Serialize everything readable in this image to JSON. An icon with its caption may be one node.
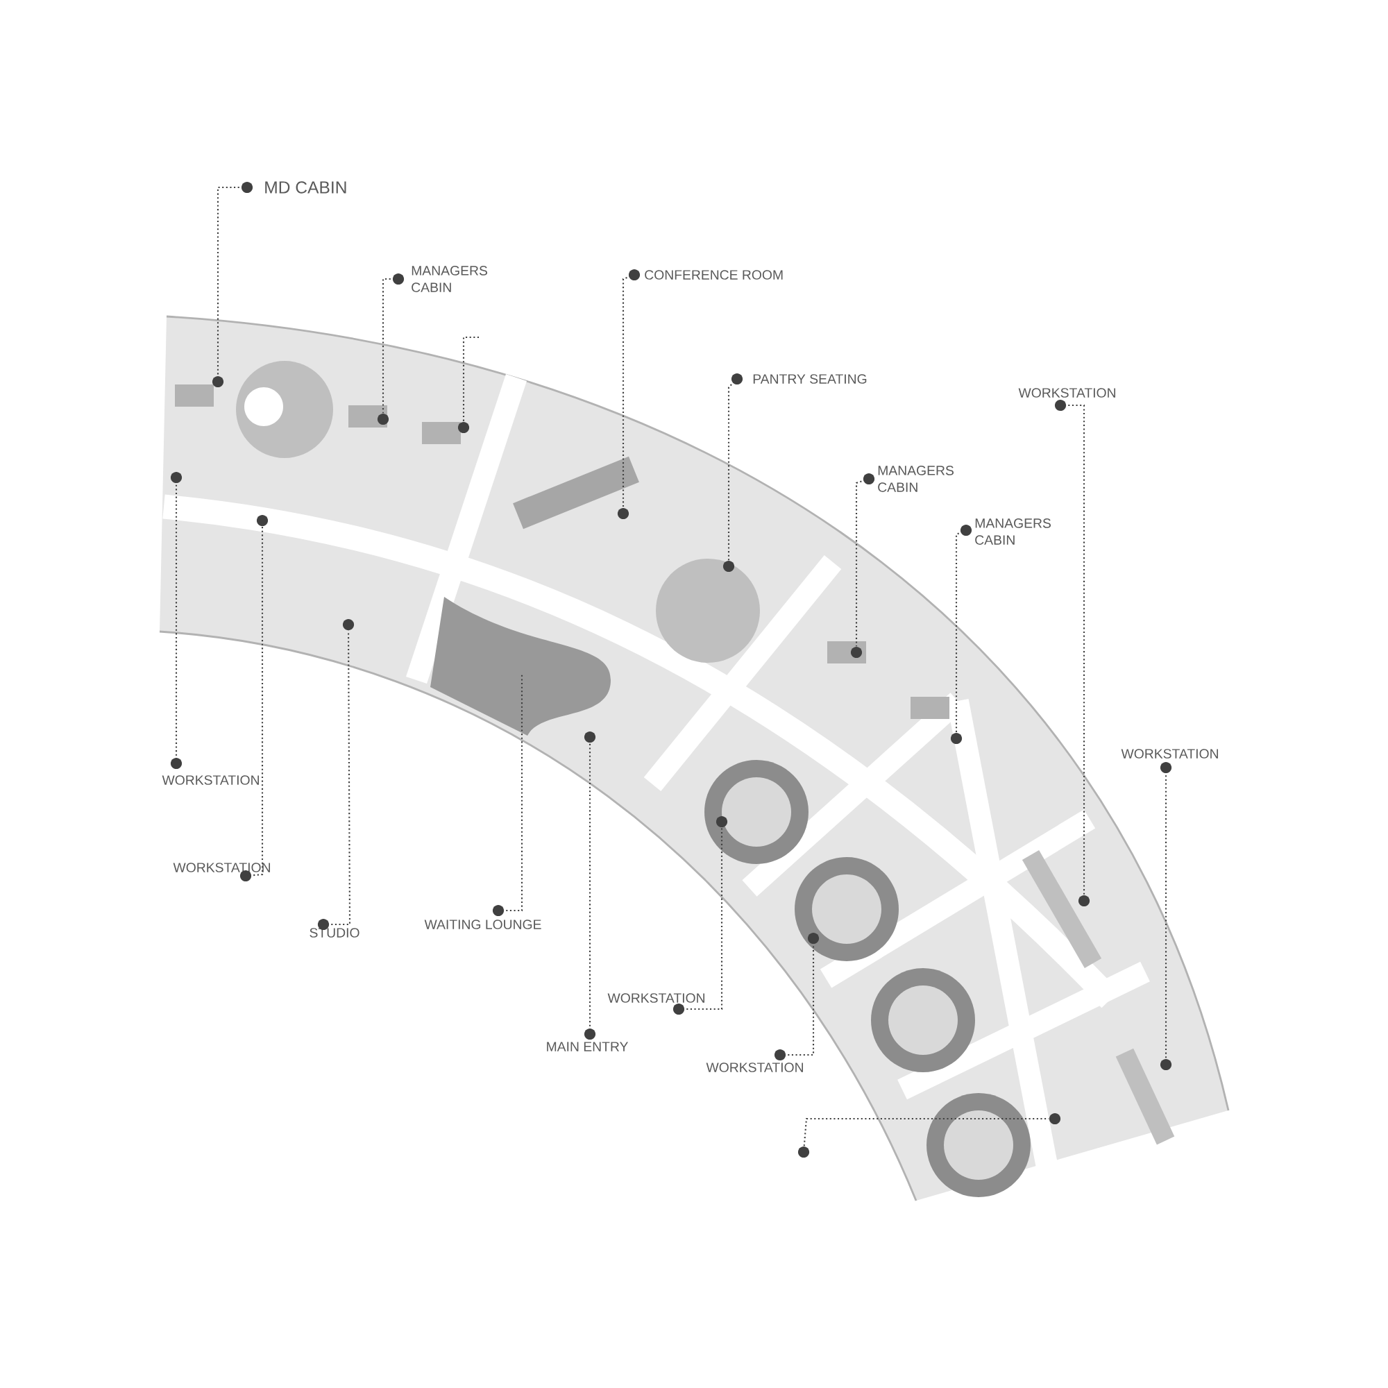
{
  "diagram": {
    "nodes": [
      {
        "text": [
          "MD CABIN"
        ]
      },
      {
        "text": [
          "CONFERENCE ROOM"
        ]
      },
      {
        "text": [
          "MANAGERS CABIN"
        ]
      },
      {
        "text": [
          "PANTRY SEATING"
        ]
      },
      {
        "text": [
          "WORKSTATION"
        ]
      },
      {
        "text": [
          "MANAGERS CABIN"
        ]
      },
      {
        "text": [
          "MANAGERS CABIN"
        ]
      },
      {
        "text": [
          "WORKSTATION"
        ]
      },
      {
        "text": [
          "WORKSTATION"
        ]
      },
      {
        "text": [
          "WORKSTATION"
        ]
      },
      {
        "text": [
          "WAITING LOUNGE"
        ]
      },
      {
        "text": [
          "STUDIO"
        ]
      },
      {
        "text": [
          "WORKSTATION"
        ]
      },
      {
        "text": [
          "MAIN ENTRY"
        ]
      },
      {
        "text": [
          "WORKSTATION"
        ]
      },
      {
        "text": [],
        "shape": "circle"
      },
      {
        "text": [],
        "shape": "circle"
      },
      {
        "text": [],
        "shape": "circle"
      },
      {
        "text": [],
        "shape": "circle"
      },
      {
        "text": [],
        "shape": "circle"
      },
      {
        "text": [],
        "shape": "circle"
      },
      {
        "text": [],
        "shape": "circle"
      },
      {
        "text": [],
        "shape": "circle"
      },
      {
        "text": [],
        "shape": "circle"
      },
      {
        "text": [],
        "shape": "circle"
      },
      {
        "text": [],
        "shape": "circle"
      },
      {
        "text": [],
        "shape": "circle"
      },
      {
        "text": [],
        "shape": "circle"
      },
      {
        "text": [],
        "shape": "circle"
      },
      {
        "text": [],
        "shape": "circle"
      },
      {
        "text": [],
        "shape": "circle"
      },
      {
        "text": [],
        "shape": "circle"
      }
    ],
    "edges": [
      {
        "from": 0,
        "to": 16,
        "arrow": "none"
      },
      {
        "from": 1,
        "to": 22,
        "arrow": "none"
      },
      {
        "from": 2,
        "to": 19,
        "arrow": "none"
      },
      {
        "from": 3,
        "to": 24,
        "arrow": "none"
      },
      {
        "from": 4,
        "to": 30,
        "arrow": "none"
      },
      {
        "from": 5,
        "to": 27,
        "arrow": "none"
      },
      {
        "from": 6,
        "to": 28,
        "arrow": "none"
      },
      {
        "from": 7,
        "to": 31,
        "arrow": "none"
      },
      {
        "from": 8,
        "to": 15,
        "arrow": "none"
      },
      {
        "from": 9,
        "to": 17,
        "arrow": "none"
      },
      {
        "from": 10,
        "to": null,
        "arrow": "none"
      },
      {
        "from": 11,
        "to": 18,
        "arrow": "none"
      },
      {
        "from": 12,
        "to": 23,
        "arrow": "none"
      },
      {
        "from": 13,
        "to": 21,
        "arrow": "none"
      },
      {
        "from": 14,
        "to": 26,
        "arrow": "none"
      },
      {
        "from": null,
        "to": 20,
        "arrow": "none"
      },
      {
        "from": 25,
        "to": 29,
        "arrow": "none"
      }
    ]
  }
}
